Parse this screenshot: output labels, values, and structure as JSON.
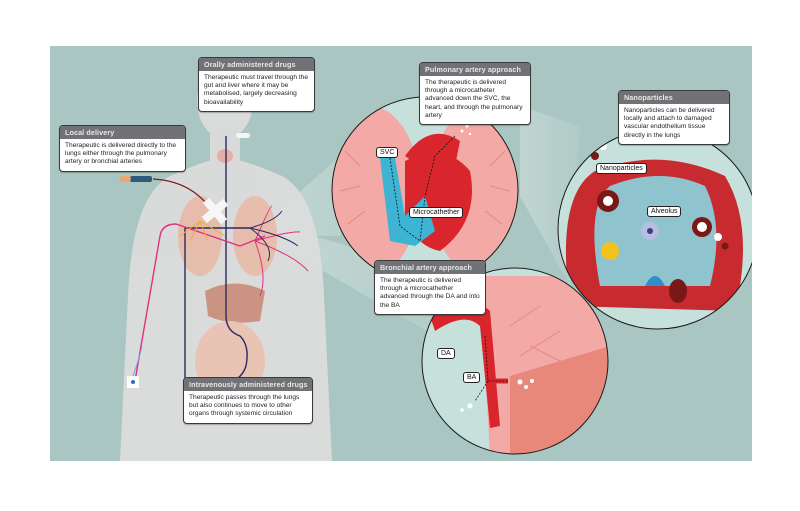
{
  "colors": {
    "background": "#a9c6c2",
    "body_silhouette": "#dcdcdc",
    "lung_pink": "#f3a9a6",
    "artery_red": "#d8262c",
    "vein_blue": "#3db4d4",
    "catheter_navy": "#2a2a5e",
    "iv_magenta": "#e0317e",
    "local_orange": "#f2a93b",
    "callout_header": "#707276"
  },
  "callouts": {
    "oral": {
      "title": "Orally administered drugs",
      "text": "Therapeutic must travel through the gut and liver where it may be metabolised, largely decreasing bioavailability"
    },
    "local": {
      "title": "Local delivery",
      "text": "Therapeutic is delivered directly to the lungs either through the pulmonary artery or bronchial arteries"
    },
    "pulmonary": {
      "title": "Pulmonary artery approach",
      "text": "The therapeutic is delivered through a microcatheter advanced down the SVC, the heart, and through the pulmonary artery"
    },
    "nanoparticles": {
      "title": "Nanoparticles",
      "text": "Nanoparticles can be delivered locally and attach to damaged vascular endothelium tissue directly in the lungs"
    },
    "bronchial": {
      "title": "Bronchial artery approach",
      "text": "The therapeutic is delivered through a microcathether advanced through the DA and into the BA"
    },
    "iv": {
      "title": "Intravenously administered drugs",
      "text": "Therapeutic passes through the lungs but also continues to move to other organs through systemic circulation"
    }
  },
  "labels": {
    "svc": "SVC",
    "microcatheter": "Microcathether",
    "nanoparticles": "Nanoparticles",
    "alveolus": "Alveolus",
    "da": "DA",
    "ba": "BA"
  },
  "icons": [
    "syringe-icon",
    "iv-cannula-icon",
    "pill-icon",
    "bandage-icon"
  ]
}
